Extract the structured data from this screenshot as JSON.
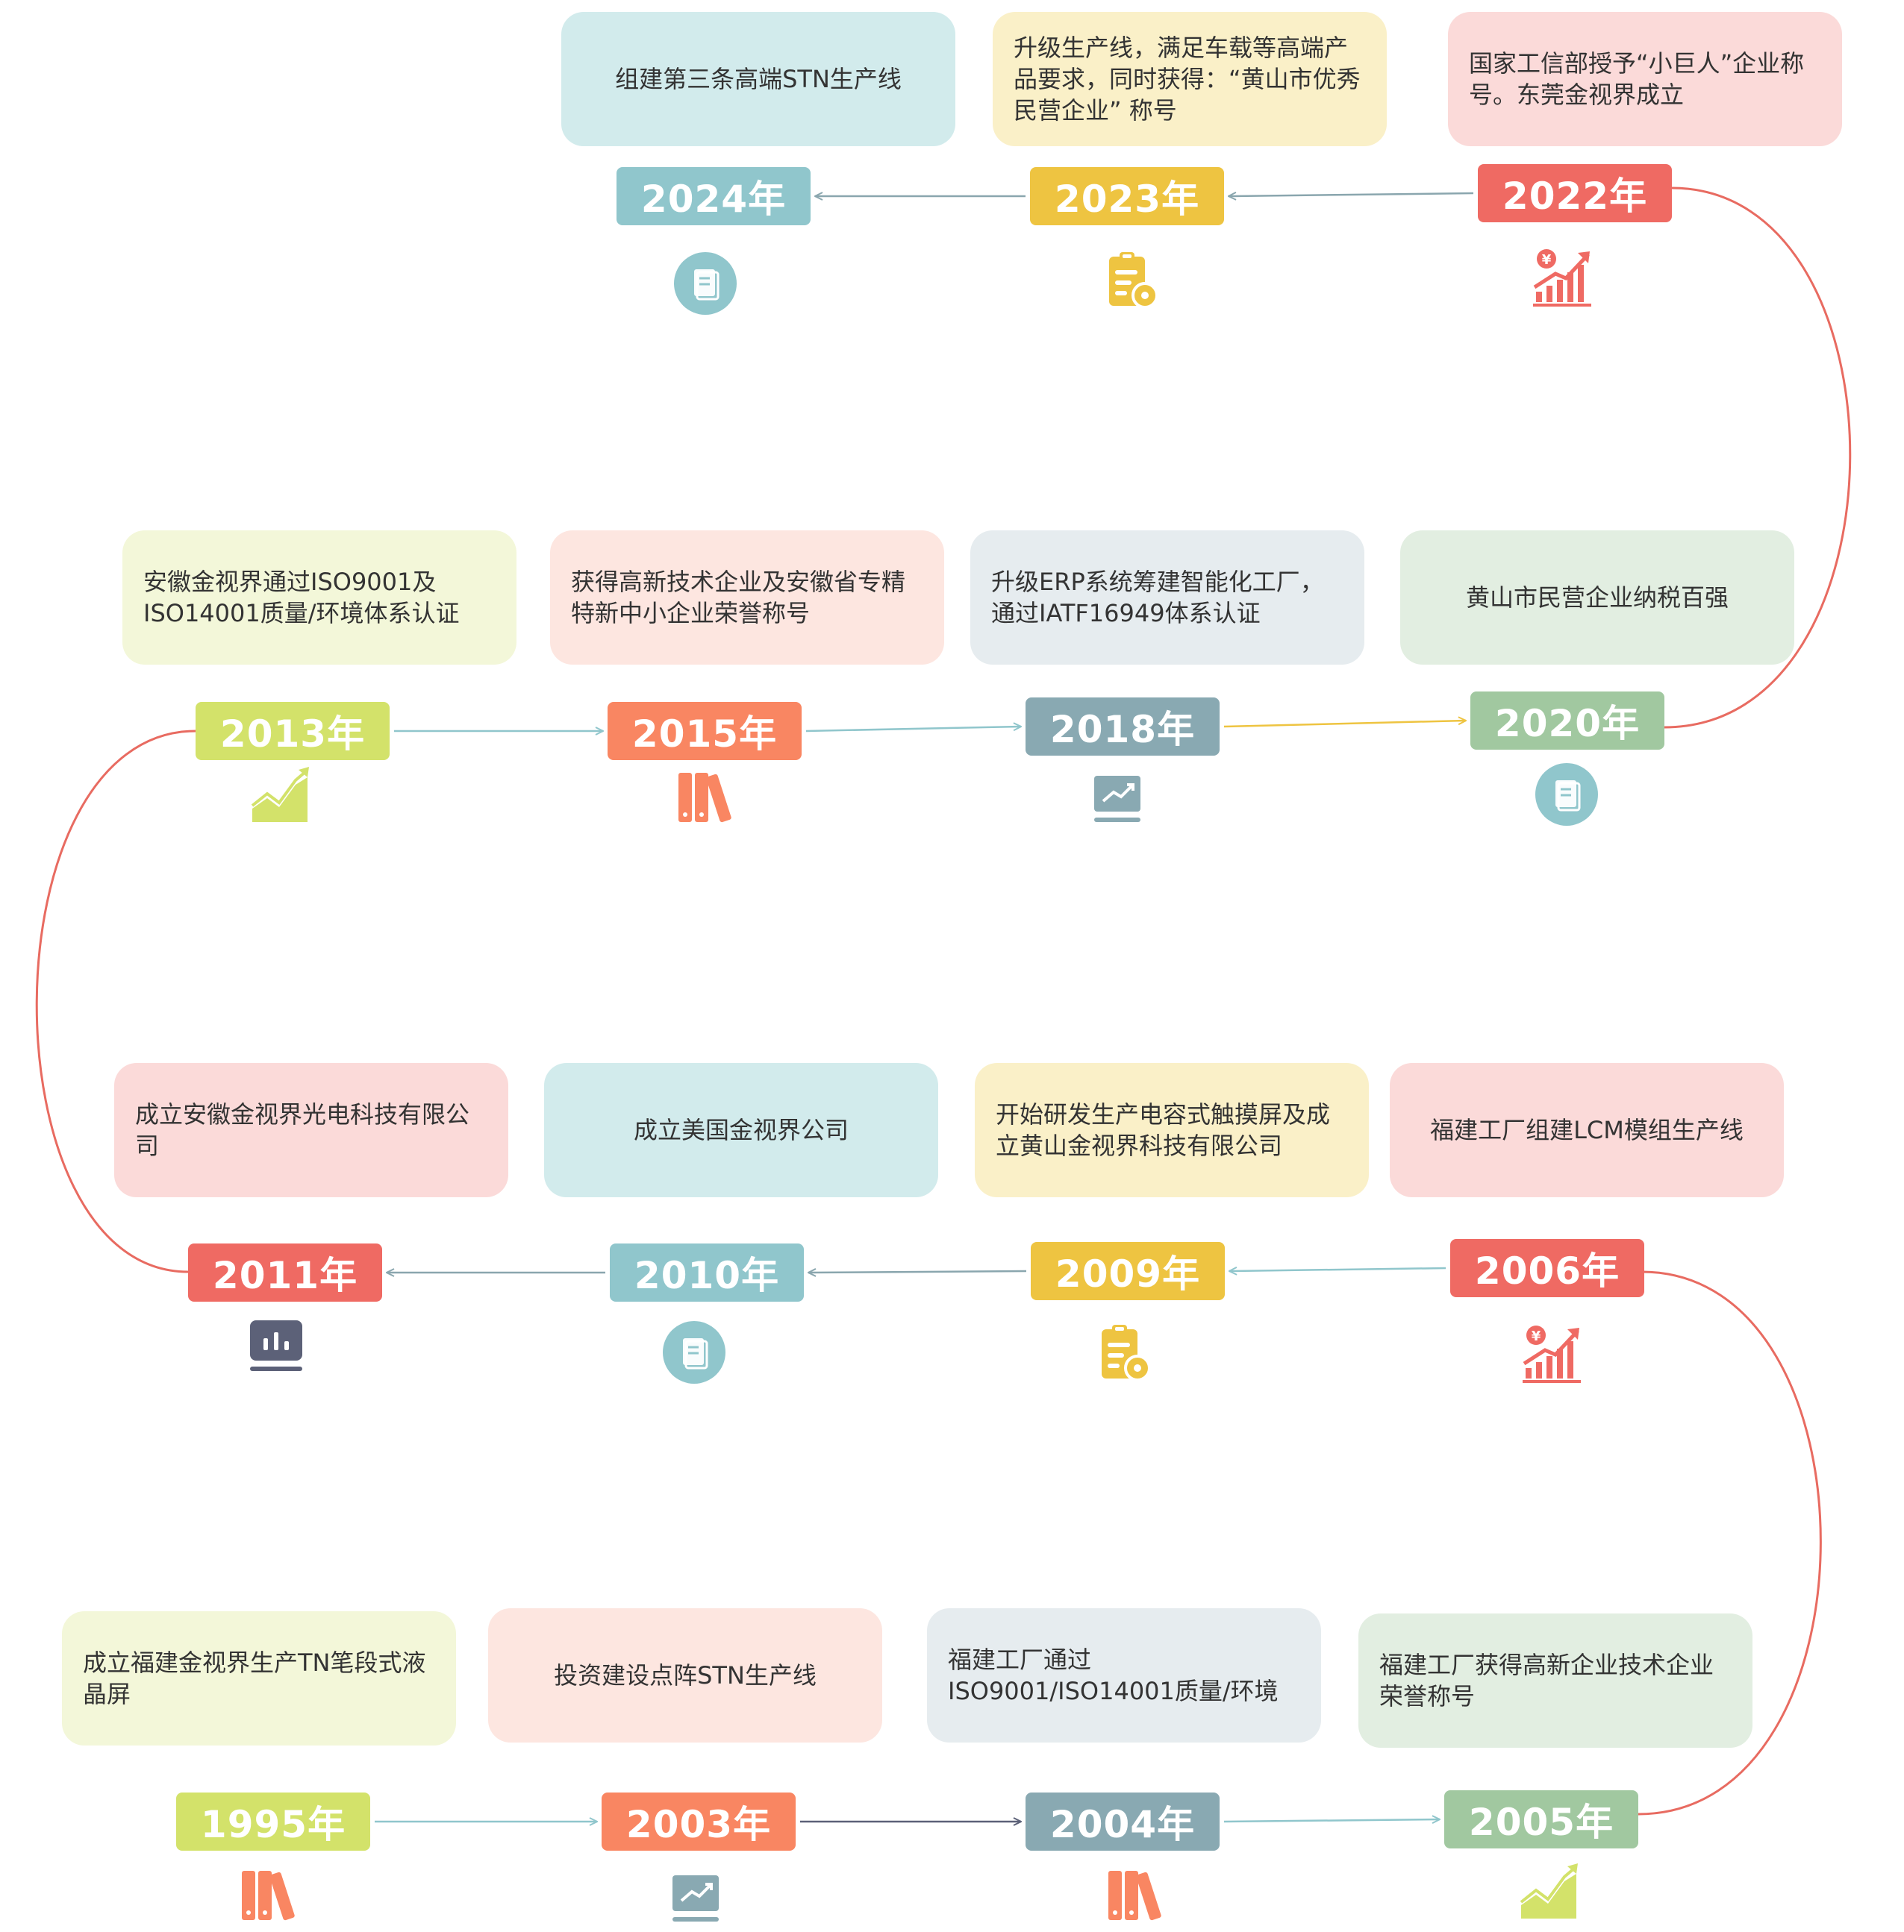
{
  "colors": {
    "yellow_green": "#D3E26A",
    "orange": "#F98662",
    "slate": "#89A9B2",
    "sage": "#A1C8A0",
    "red": "#EF6A63",
    "teal": "#90C6CC",
    "gold": "#EEC441",
    "curve": "#E86B61"
  },
  "rows": [
    {
      "milestones": [
        {
          "year": "2024年",
          "text": "组建第三条高端STN生产线",
          "badge_color": "#90C6CC",
          "card_color": "#D2EBEC",
          "icon": "document-icon"
        },
        {
          "year": "2023年",
          "text": "升级生产线，满足车载等高端产品要求，同时获得：“黄山市优秀民营企业” 称号",
          "badge_color": "#EEC441",
          "card_color": "#FAF0C8",
          "icon": "clipboard-tag-icon"
        },
        {
          "year": "2022年",
          "text": "国家工信部授予“小巨人”企业称号。东莞金视界成立",
          "badge_color": "#EF6A63",
          "card_color": "#FBDAD9",
          "icon": "growth-chart-yen-icon"
        }
      ]
    },
    {
      "milestones": [
        {
          "year": "2013年",
          "text": "安徽金视界通过ISO9001及ISO14001质量/环境体系认证",
          "badge_color": "#D3E26A",
          "card_color": "#F3F7D9",
          "icon": "trend-area-icon"
        },
        {
          "year": "2015年",
          "text": "获得高新技术企业及安徽省专精特新中小企业荣誉称号",
          "badge_color": "#F98662",
          "card_color": "#FDE6E0",
          "icon": "books-icon"
        },
        {
          "year": "2018年",
          "text": "升级ERP系统筹建智能化工厂，通过IATF16949体系认证",
          "badge_color": "#89A9B2",
          "card_color": "#E6ECEF",
          "icon": "monitor-trend-icon"
        },
        {
          "year": "2020年",
          "text": "黄山市民营企业纳税百强",
          "badge_color": "#A1C8A0",
          "card_color": "#E2EEE1",
          "icon": "document-icon"
        }
      ]
    },
    {
      "milestones": [
        {
          "year": "2011年",
          "text": "成立安徽金视界光电科技有限公司",
          "badge_color": "#EF6A63",
          "card_color": "#FBDAD9",
          "icon": "dashboard-icon"
        },
        {
          "year": "2010年",
          "text": "成立美国金视界公司",
          "badge_color": "#90C6CC",
          "card_color": "#D2EBEC",
          "icon": "document-icon"
        },
        {
          "year": "2009年",
          "text": "开始研发生产电容式触摸屏及成立黄山金视界科技有限公司",
          "badge_color": "#EEC441",
          "card_color": "#FAF0C8",
          "icon": "clipboard-tag-icon"
        },
        {
          "year": "2006年",
          "text": "福建工厂组建LCM模组生产线",
          "badge_color": "#EF6A63",
          "card_color": "#FBDAD9",
          "icon": "growth-chart-yen-icon"
        }
      ]
    },
    {
      "milestones": [
        {
          "year": "1995年",
          "text": "成立福建金视界生产TN笔段式液晶屏",
          "badge_color": "#D3E26A",
          "card_color": "#F3F7D9",
          "icon": "books-icon"
        },
        {
          "year": "2003年",
          "text": "投资建设点阵STN生产线",
          "badge_color": "#F98662",
          "card_color": "#FDE6E0",
          "icon": "monitor-trend-icon"
        },
        {
          "year": "2004年",
          "text": "福建工厂通过ISO9001/ISO14001质量/环境",
          "badge_color": "#89A9B2",
          "card_color": "#E6ECEF",
          "icon": "books-icon"
        },
        {
          "year": "2005年",
          "text": "福建工厂获得高新企业技术企业荣誉称号",
          "badge_color": "#A1C8A0",
          "card_color": "#E2EEE1",
          "icon": "trend-area-icon"
        }
      ]
    }
  ]
}
